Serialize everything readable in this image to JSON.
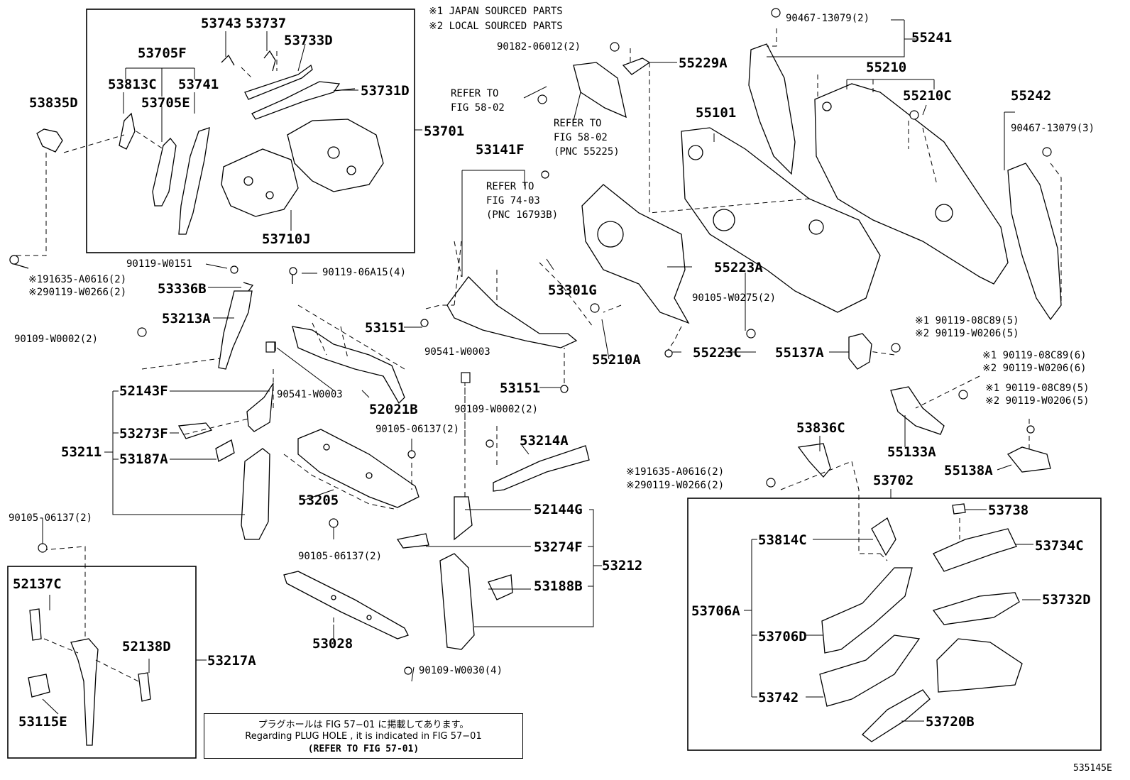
{
  "notes": {
    "line1": "※1 JAPAN SOURCED PARTS",
    "line2": "※2 LOCAL SOURCED PARTS"
  },
  "figure_code": "535145E",
  "plug_hole_note": {
    "japanese": "プラグホールは FIG 57−01 に掲載してあります。",
    "english": "Regarding  PLUG  HOLE , it is indicated in  FIG  57−01",
    "refer": "(REFER  TO  FIG 57-01)"
  },
  "labels": {
    "p53743": "53743",
    "p53737": "53737",
    "p53733D": "53733D",
    "p53705F": "53705F",
    "p53813C": "53813C",
    "p53741": "53741",
    "p53731D": "53731D",
    "p53705E": "53705E",
    "p53835D": "53835D",
    "p53701": "53701",
    "p53710J": "53710J",
    "f191635a": "※191635-A0616(2)",
    "f290119a": "※290119-W0266(2)",
    "p90119w0151": "90119-W0151",
    "p53336B": "53336B",
    "p53213A": "53213A",
    "p90109w0002a": "90109-W0002(2)",
    "p9011906a15": "90119-06A15(4)",
    "p90541w0003a": "90541-W0003",
    "p52021B": "52021B",
    "p52143F": "52143F",
    "p53273F": "53273F",
    "p53211": "53211",
    "p53187A": "53187A",
    "p53205": "53205",
    "p9010506137a": "90105-06137(2)",
    "p9010506137b": "90105-06137(2)",
    "p9010506137c": "90105-06137(2)",
    "p52137C": "52137C",
    "p52138D": "52138D",
    "p53217A": "53217A",
    "p53115E": "53115E",
    "p53028": "53028",
    "p90109w0030": "90109-W0030(4)",
    "p9018206012": "90182-06012(2)",
    "refer1a": "REFER TO",
    "refer1b": "FIG 58-02",
    "refer2a": "REFER TO",
    "refer2b": "FIG 58-02",
    "refer2c": "(PNC 55225)",
    "p53141F": "53141F",
    "refer3a": "REFER TO",
    "refer3b": "FIG 74-03",
    "refer3c": "(PNC 16793B)",
    "p53301G": "53301G",
    "p53151a": "53151",
    "p53151b": "53151",
    "p90541w0003b": "90541-W0003",
    "p90109w0002b": "90109-W0002(2)",
    "p53214A": "53214A",
    "p52144G": "52144G",
    "p53274F": "53274F",
    "p53212": "53212",
    "p53188B": "53188B",
    "p55229A": "55229A",
    "p55210A": "55210A",
    "p55223C": "55223C",
    "p55223A": "55223A",
    "p90105w0275": "90105-W0275(2)",
    "p55101": "55101",
    "p90467a": "90467-13079(2)",
    "p55241": "55241",
    "p55210": "55210",
    "p55210C": "55210C",
    "p55242": "55242",
    "p90467b": "90467-13079(3)",
    "p55137A": "55137A",
    "r1a": "※1 90119-08C89(5)",
    "r1b": "※2 90119-W0206(5)",
    "r2a": "※1 90119-08C89(6)",
    "r2b": "※2 90119-W0206(6)",
    "r3a": "※1 90119-08C89(5)",
    "r3b": "※2 90119-W0206(5)",
    "p55133A": "55133A",
    "p55138A": "55138A",
    "p53836C": "53836C",
    "f191635b": "※191635-A0616(2)",
    "f290119b": "※290119-W0266(2)",
    "p53702": "53702",
    "p53738": "53738",
    "p53814C": "53814C",
    "p53734C": "53734C",
    "p53706A": "53706A",
    "p53706D": "53706D",
    "p53732D": "53732D",
    "p53742": "53742",
    "p53720B": "53720B"
  }
}
